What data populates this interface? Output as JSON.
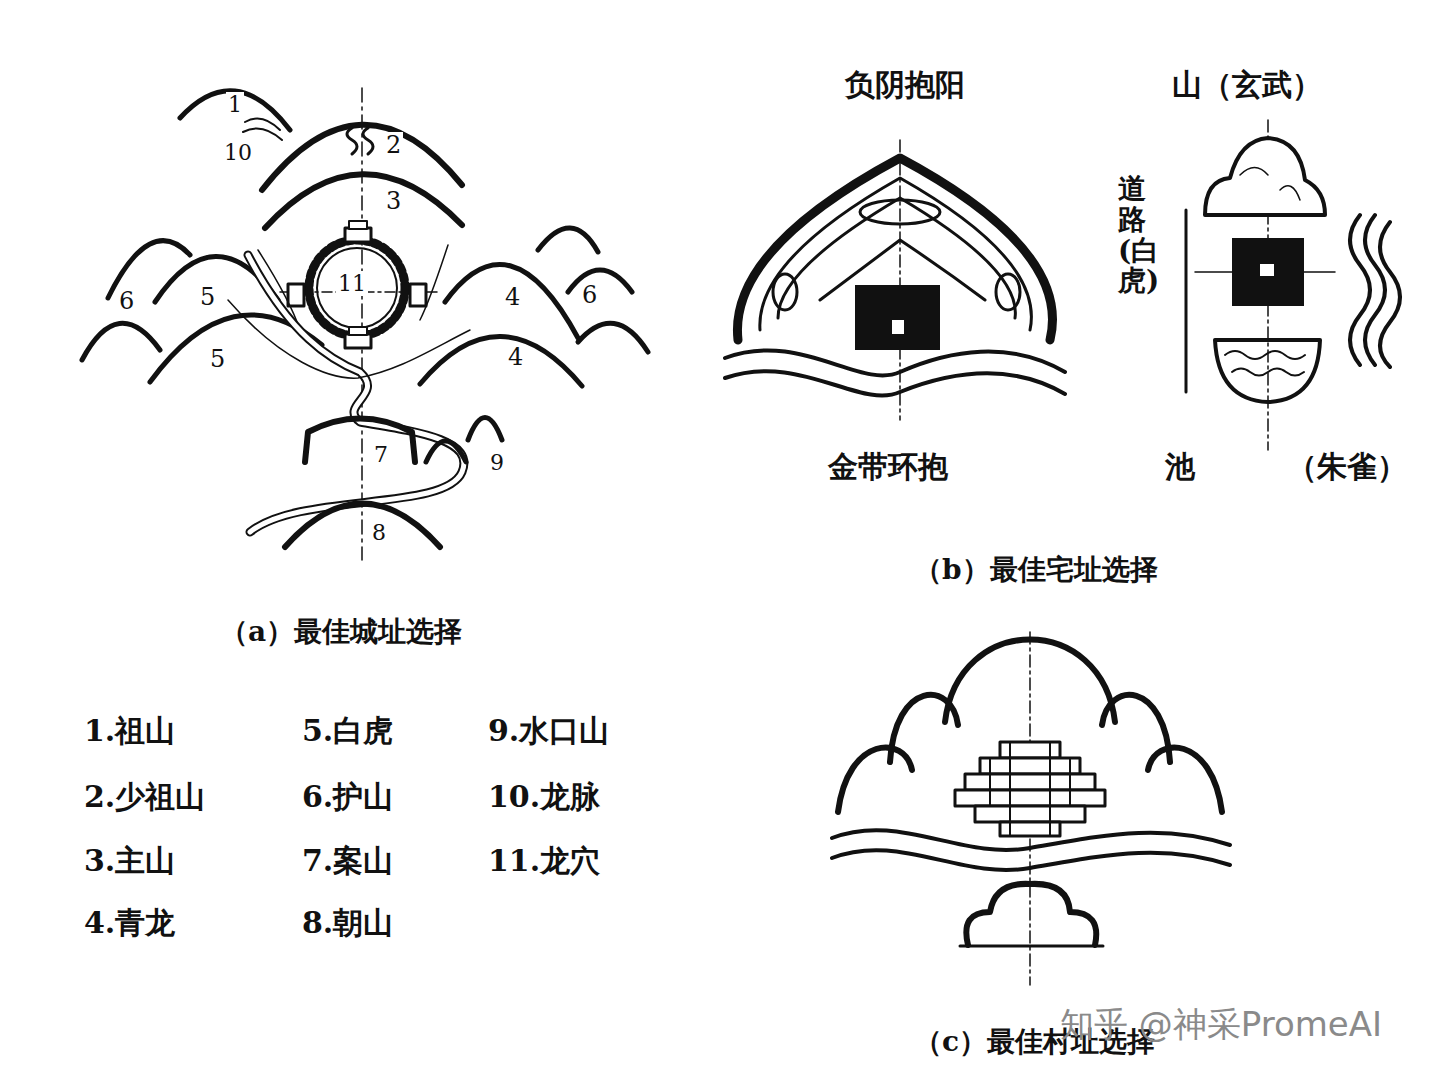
{
  "diagram": {
    "labels": [
      "1",
      "10",
      "2",
      "3",
      "11",
      "6",
      "5",
      "4",
      "6",
      "5",
      "4",
      "7",
      "9",
      "8",
      "（a）最佳城址选择",
      "1.祖山",
      "2.少祖山",
      "3.主山",
      "4.青龙",
      "5.白虎",
      "6.护山",
      "7.案山",
      "8.朝山",
      "9.水口山",
      "10.龙脉",
      "11.龙穴",
      "负阴抱阳",
      "山（玄武）",
      "道路(白虎)",
      "金带环抱",
      "池",
      "（朱雀）",
      "（b）最佳宅址选择",
      "（c）最佳村址选择",
      "知乎 @神采PromeAI"
    ]
  }
}
